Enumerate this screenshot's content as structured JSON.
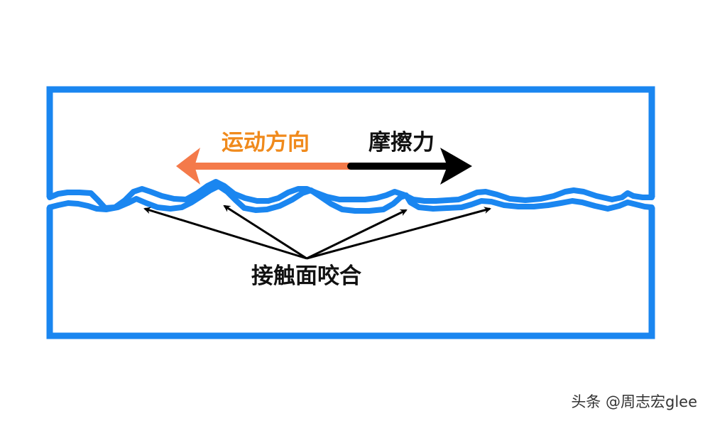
{
  "labels": {
    "motion_direction": "运动方向",
    "friction_force": "摩擦力",
    "contact_interlock": "接触面咬合"
  },
  "watermark": "头条 @周志宏glee",
  "colors": {
    "block_outline": "#1a86f0",
    "motion_arrow": "#f47a4a",
    "motion_text": "#f08a1c",
    "friction_arrow": "#000000",
    "friction_text": "#111111",
    "pointer_arrows": "#000000",
    "contact_text": "#111111"
  },
  "icons": {
    "motion_arrow": "left-arrow",
    "friction_arrow": "right-arrow"
  }
}
